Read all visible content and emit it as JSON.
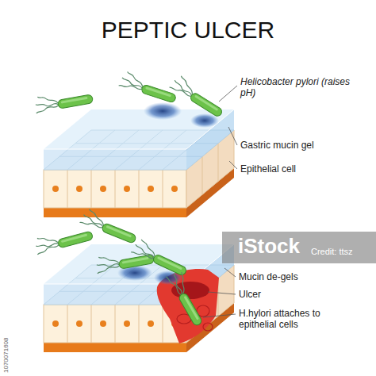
{
  "diagram": {
    "title": "PEPTIC ULCER",
    "labels": [
      "Helicobacter pylori (raises pH)",
      "Gastric mucin gel",
      "Epithelial cell",
      "Mucin de-gels",
      "Ulcer",
      "H.hylori attaches to epithelial cells",
      "iStock",
      "Credit: ttsz",
      "1070071608"
    ]
  }
}
